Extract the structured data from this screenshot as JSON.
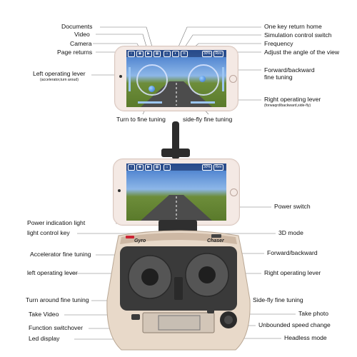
{
  "labels": {
    "documents": "Documents",
    "video": "Video",
    "camera": "Camera",
    "page_returns": "Page returns",
    "left_lever": "Left operating lever",
    "left_lever_sub": "(accelerator,turn aroud)",
    "one_key_return": "One key return home",
    "simulation_switch": "Simulation control switch",
    "frequency": "Frequency",
    "adjust_angle": "Adjust the angle of the view",
    "fb_fine_1": "Forward/backward",
    "fb_fine_2": "fine tuning",
    "right_lever": "Right operating lever",
    "right_lever_sub": "(forwaqrd/backward,side-fly)",
    "turn_to_fine": "Turn to fine tuning",
    "sidefly_fine_top": "side-fly fine tuning",
    "power_switch": "Power switch",
    "power_light": "Power indication light",
    "light_key": "light control key",
    "mode_3d": "3D mode",
    "accel_fine": "Accelerator fine tuning",
    "forward_backward": "Forward/backward",
    "left_lever_low": "left operating lever",
    "right_lever_low": "Right operating lever",
    "turn_around_fine": "Turn around fine tuning",
    "sidefly_fine_low": "Side-fly fine tuning",
    "take_video": "Take Video",
    "take_photo": "Take photo",
    "function_switch": "Function switchover",
    "unbounded_speed": "Unbounded speed change",
    "led_display": "Led display",
    "headless_mode": "Headless mode"
  },
  "controller": {
    "brand_left": "Gyro",
    "brand_right": "Chaser"
  },
  "hud": {
    "pct": "30%",
    "rev": "Rev"
  },
  "colors": {
    "controller_body": "#e7d8c8",
    "controller_dark": "#3b3b3b",
    "phone_body": "#f4e9e4",
    "sky": "#4f86d4"
  }
}
